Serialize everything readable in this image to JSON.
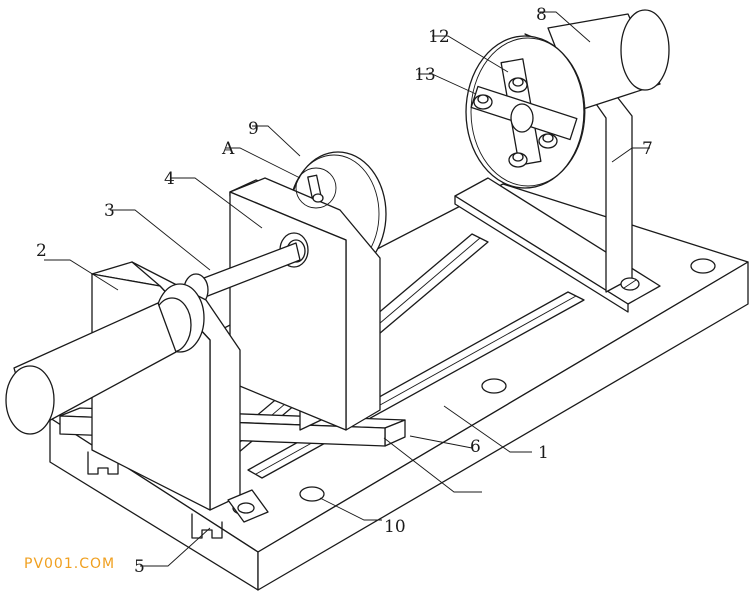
{
  "callouts": {
    "c1": "1",
    "c2": "2",
    "c3": "3",
    "c4": "4",
    "c5": "5",
    "c6": "6",
    "c7": "7",
    "c8": "8",
    "c9": "9",
    "c10": "10",
    "c12": "12",
    "c13": "13",
    "detail": "A"
  },
  "watermark": "PV001.COM",
  "colors": {
    "line": "#1a1a1a",
    "watermark": "#f0a020",
    "background": "#ffffff"
  }
}
